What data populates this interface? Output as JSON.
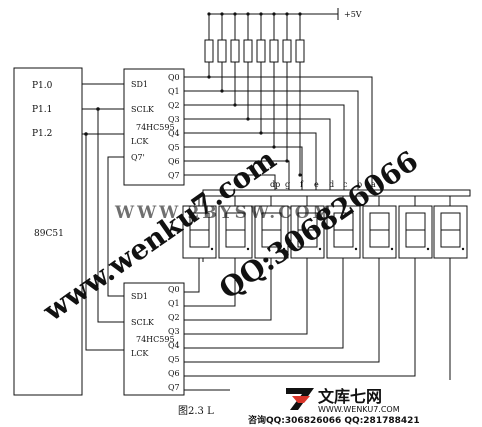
{
  "mcu": {
    "name": "89C51",
    "pins": [
      "P1.0",
      "P1.1",
      "P1.2"
    ]
  },
  "chip_top": {
    "name": "74HC595",
    "inputs": [
      "SD1",
      "SCLK",
      "LCK",
      "Q7'"
    ],
    "outputs": [
      "Q0",
      "Q1",
      "Q2",
      "Q3",
      "Q4",
      "Q5",
      "Q6",
      "Q7"
    ]
  },
  "chip_bottom": {
    "name": "74HC595",
    "inputs": [
      "SD1",
      "SCLK",
      "LCK"
    ],
    "outputs": [
      "Q0",
      "Q1",
      "Q2",
      "Q3",
      "Q4",
      "Q5",
      "Q6",
      "Q7"
    ]
  },
  "power": "+5V",
  "segments": [
    "dp",
    "g",
    "f",
    "e",
    "d",
    "c",
    "b",
    "a"
  ],
  "digit_count": 8,
  "caption": "图2.3 L",
  "watermarks": {
    "url1": "www.wenku7.com",
    "qq1": "QQ:306826066",
    "mid": "WWW.2BYSW.COM",
    "logo_cn": "文库七网",
    "logo_url": "WWW.WENKU7.COM",
    "contact": "咨询QQ:306826066  QQ:281788421"
  },
  "colors": {
    "watermark_red": "#d9352a",
    "line": "#111111"
  }
}
